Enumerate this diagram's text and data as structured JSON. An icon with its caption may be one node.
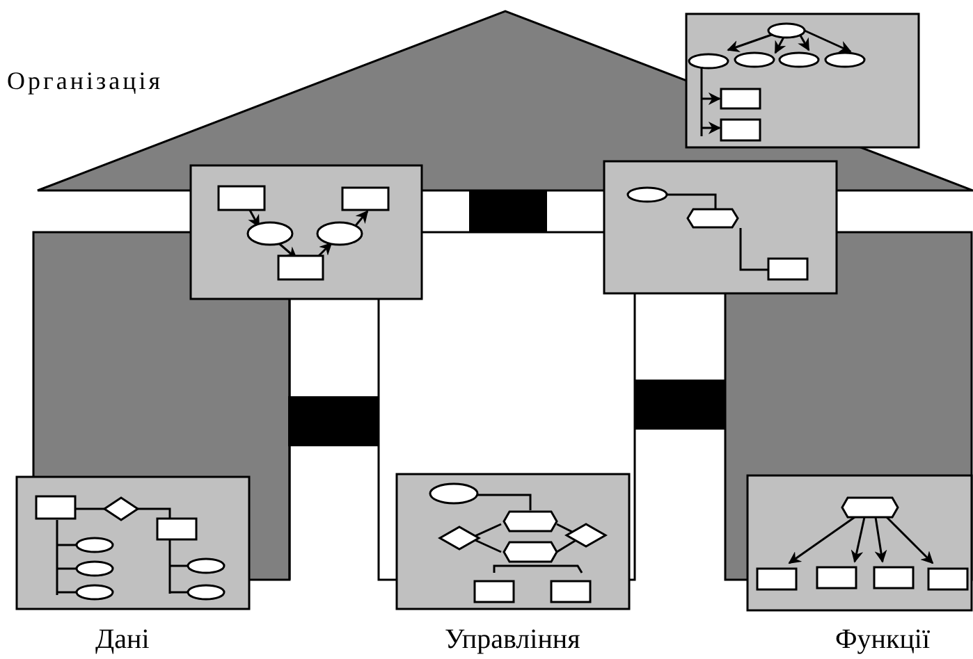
{
  "diagram": {
    "labels": [
      "Організація",
      "Дані",
      "Управління",
      "Функції"
    ]
  }
}
